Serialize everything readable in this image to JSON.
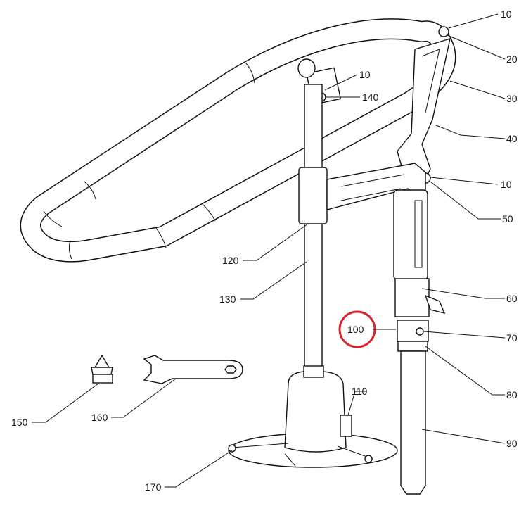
{
  "diagram": {
    "callouts": {
      "c10a": "10",
      "c20": "20",
      "c30": "30",
      "c40": "40",
      "c10b": "10",
      "c50": "50",
      "c60": "60",
      "c70": "70",
      "c80": "80",
      "c90": "90",
      "c10c": "10",
      "c140": "140",
      "c120": "120",
      "c130": "130",
      "c100": "100",
      "c110": "110",
      "c150": "150",
      "c160": "160",
      "c170": "170"
    },
    "highlight_color": "#d8232a"
  }
}
